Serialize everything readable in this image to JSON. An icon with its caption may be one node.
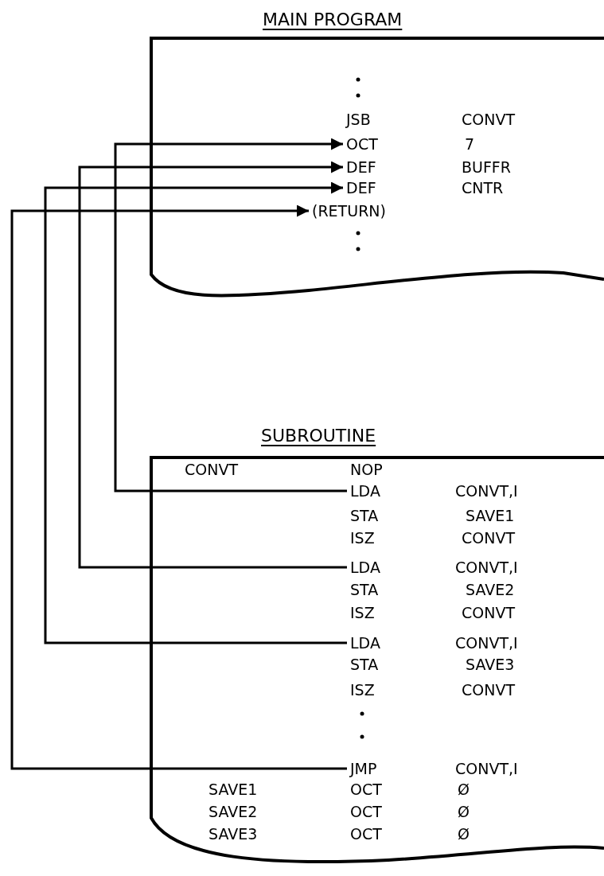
{
  "diagram": {
    "nodes": [
      {
        "text": [
          "MAIN PROGRAM"
        ]
      },
      {
        "text": [
          "OCT",
          "7"
        ],
        "in": 0
      },
      {
        "text": [
          "DEF",
          "BUFFR"
        ],
        "in": 0
      },
      {
        "text": [
          "DEF",
          "CNTR"
        ],
        "in": 0
      },
      {
        "text": [
          "(RETURN)"
        ],
        "in": 0
      },
      {
        "text": [
          "SUBROUTINE"
        ]
      },
      {
        "text": [
          "LDA",
          "CONVT,I"
        ],
        "in": 5
      },
      {
        "text": [
          "LDA",
          "CONVT,I"
        ],
        "in": 5
      },
      {
        "text": [
          "LDA",
          "CONVT,I"
        ],
        "in": 5
      },
      {
        "text": [
          "JMP",
          "CONVT,I"
        ],
        "in": 5
      }
    ],
    "edges": [
      {
        "from": 6,
        "to": 1,
        "arrow": "to"
      },
      {
        "from": 7,
        "to": 2,
        "arrow": "to"
      },
      {
        "from": 8,
        "to": 3,
        "arrow": "to"
      },
      {
        "from": 9,
        "to": 4,
        "arrow": "to"
      }
    ],
    "labels": [
      "JSB",
      "CONVT",
      "CONVT",
      "NOP",
      "STA",
      "SAVE1",
      "ISZ",
      "CONVT",
      "STA",
      "SAVE2",
      "ISZ",
      "CONVT",
      "STA",
      "SAVE3",
      "ISZ",
      "CONVT",
      "SAVE1",
      "OCT",
      "Ø",
      "SAVE2",
      "OCT",
      "Ø",
      "SAVE3",
      "OCT",
      "Ø"
    ]
  }
}
